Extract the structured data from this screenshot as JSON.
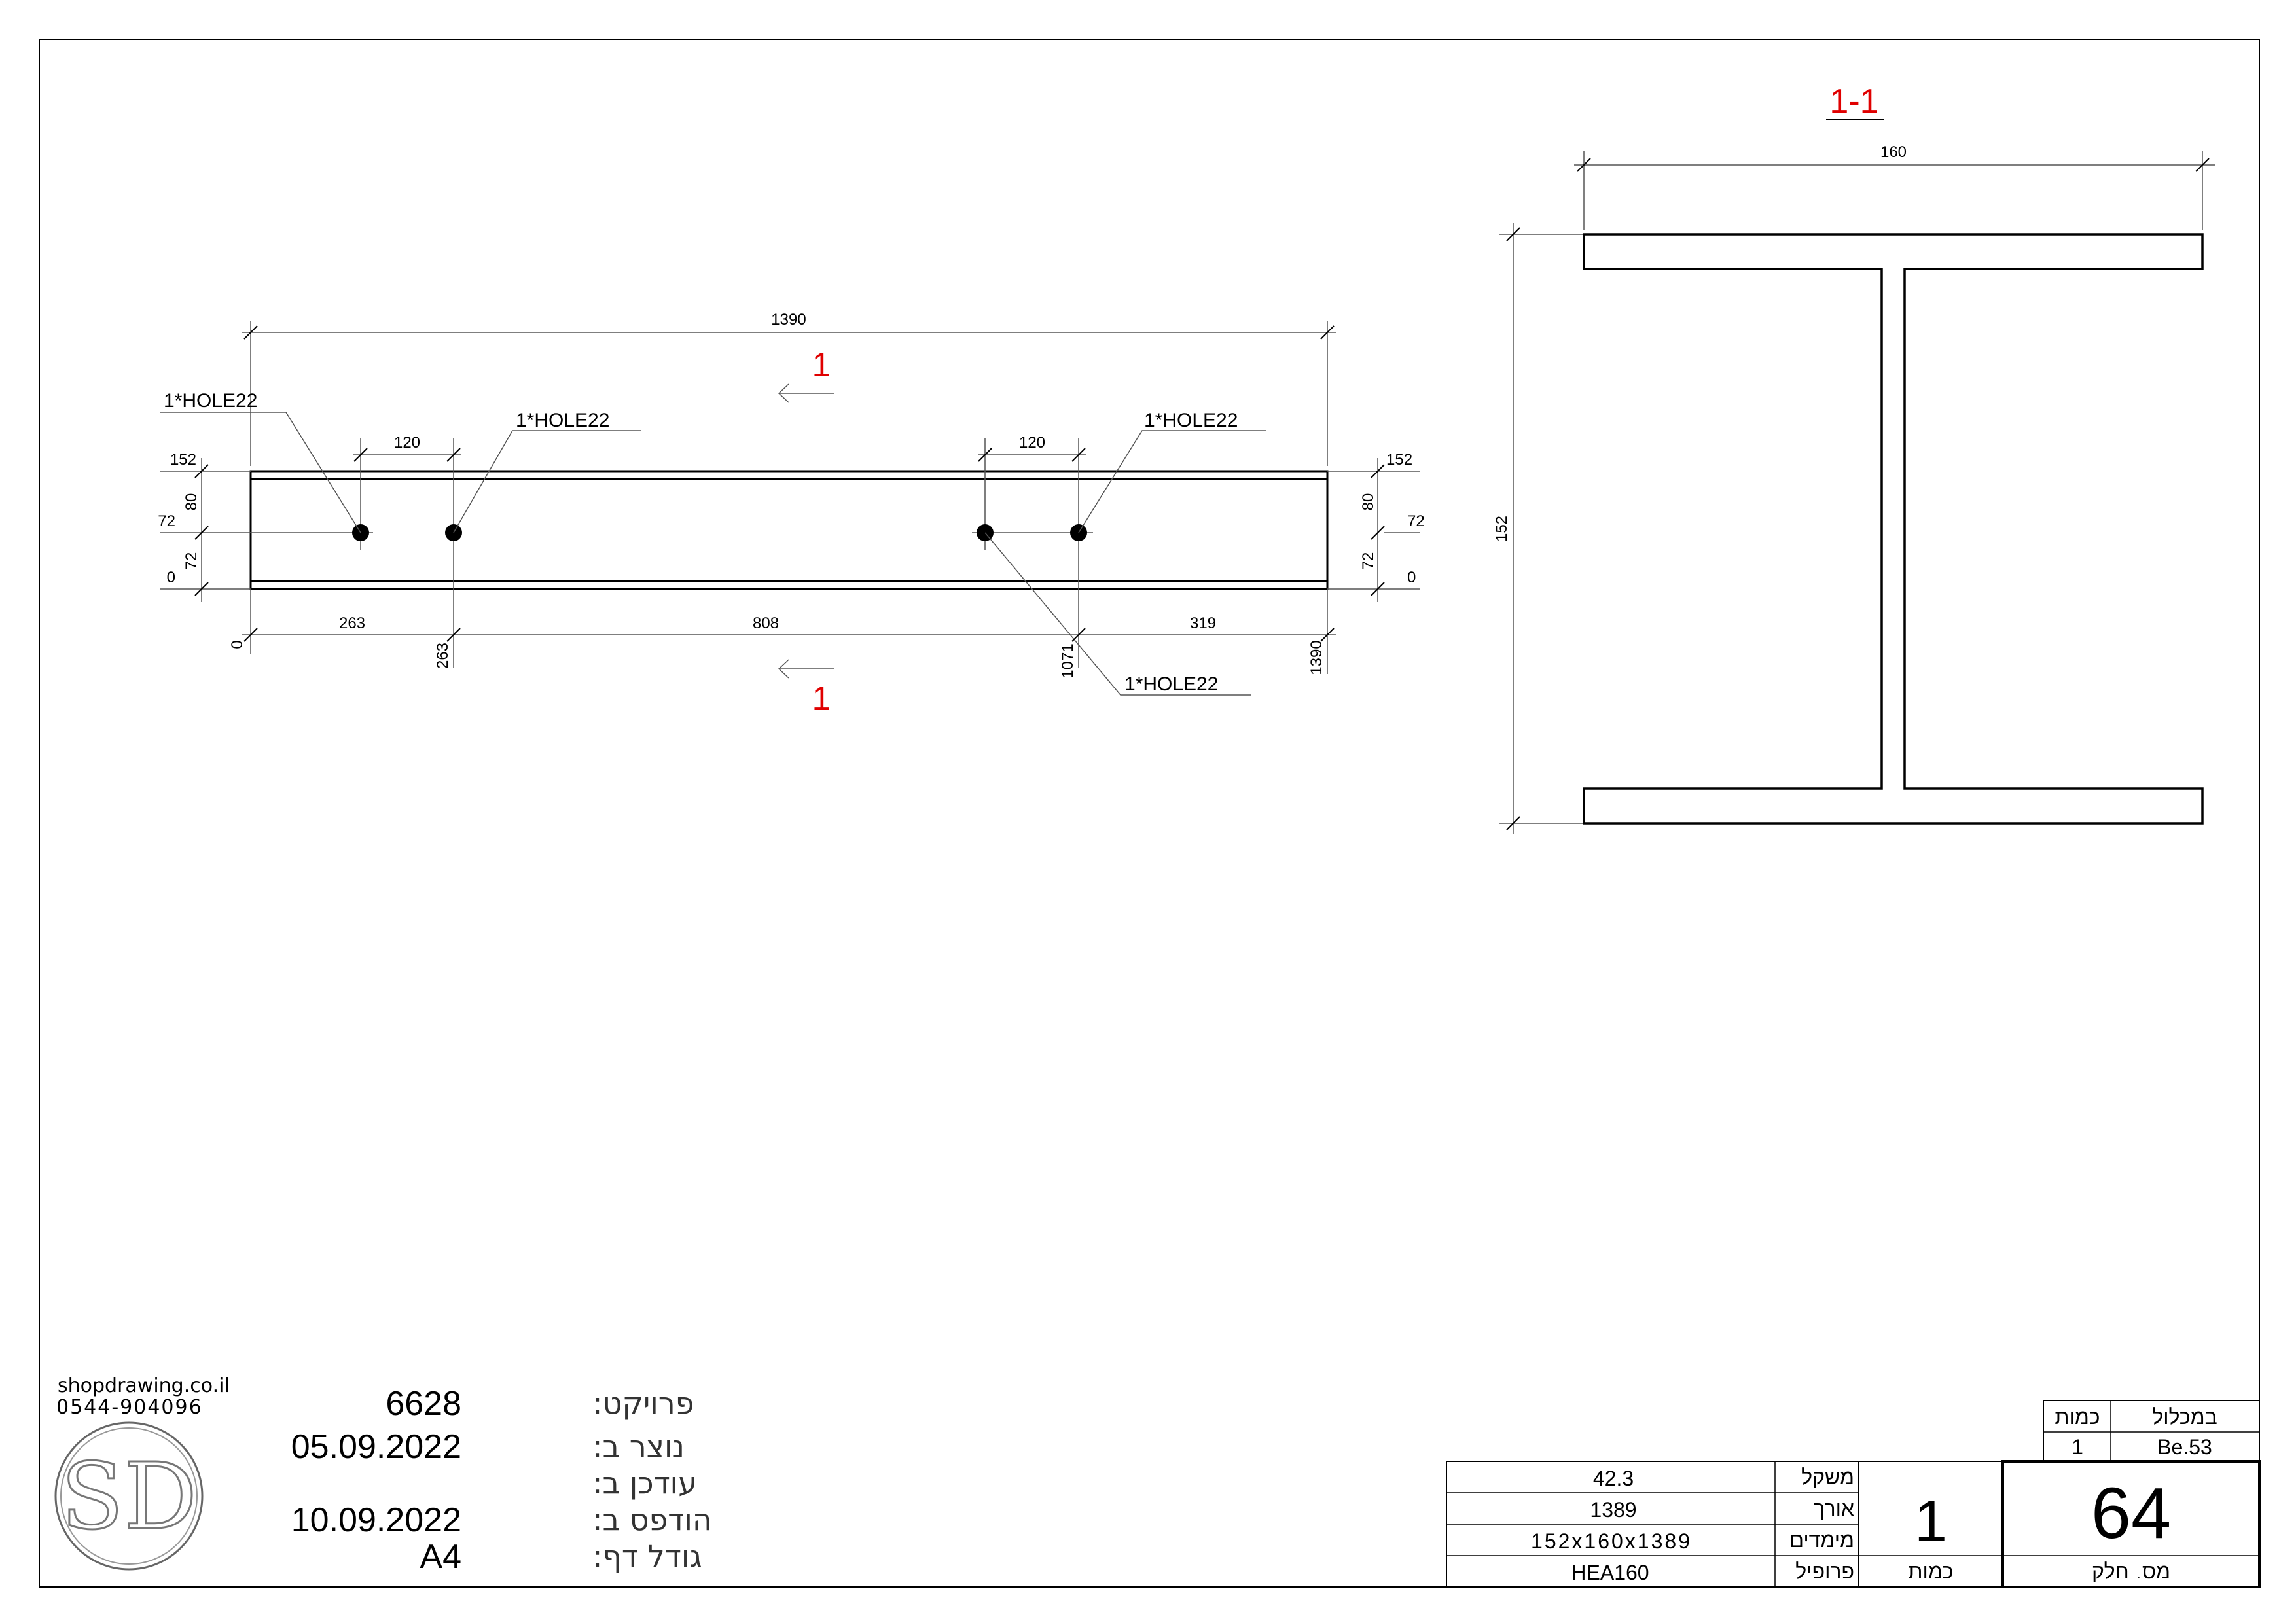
{
  "contact": {
    "website": "shopdrawing.co.il",
    "phone": "0544-904096",
    "logo_text": "SD"
  },
  "project_info": {
    "project": {
      "label": "פרויקט:",
      "value": "6628"
    },
    "created": {
      "label": "נוצר ב:",
      "value": "05.09.2022"
    },
    "updated": {
      "label": "עודכן ב:",
      "value": ""
    },
    "printed": {
      "label": "הודפס ב:",
      "value": "10.09.2022"
    },
    "page_size": {
      "label": "גודל דף:",
      "value": "A4"
    }
  },
  "title_block": {
    "weight": {
      "label": "משקל",
      "value": "42.3"
    },
    "length": {
      "label": "אורך",
      "value": "1389"
    },
    "dimensions": {
      "label": "מימדים",
      "value": "152x160x1389"
    },
    "profile": {
      "label": "פרופיל",
      "value": "HEA160"
    },
    "quantity": {
      "label": "כמות",
      "value": "1"
    },
    "part_number": {
      "label": "מס. חלק",
      "value": "64"
    },
    "assembly": {
      "qty_header": "כמות",
      "in_assembly_header": "במכלול",
      "qty_value": "1",
      "assembly_value": "Be.53"
    }
  },
  "beam_elevation": {
    "overall_length": "1390",
    "section_marker": "1",
    "hole_callouts": [
      "1*HOLE22",
      "1*HOLE22",
      "1*HOLE22",
      "1*HOLE22"
    ],
    "hole_spacing_left": "120",
    "hole_spacing_right": "120",
    "left_heights": {
      "top": "152",
      "mid": "72",
      "bottom": "0"
    },
    "left_segments": {
      "upper": "80",
      "lower": "72"
    },
    "right_heights": {
      "top": "152",
      "mid": "72",
      "bottom": "0"
    },
    "right_segments": {
      "upper": "80",
      "lower": "72"
    },
    "chain_dims": [
      "263",
      "808",
      "319"
    ],
    "ordinate_dims": [
      "0",
      "263",
      "1071",
      "1390"
    ]
  },
  "section_view": {
    "title": "1-1",
    "width": "160",
    "height": "152"
  }
}
